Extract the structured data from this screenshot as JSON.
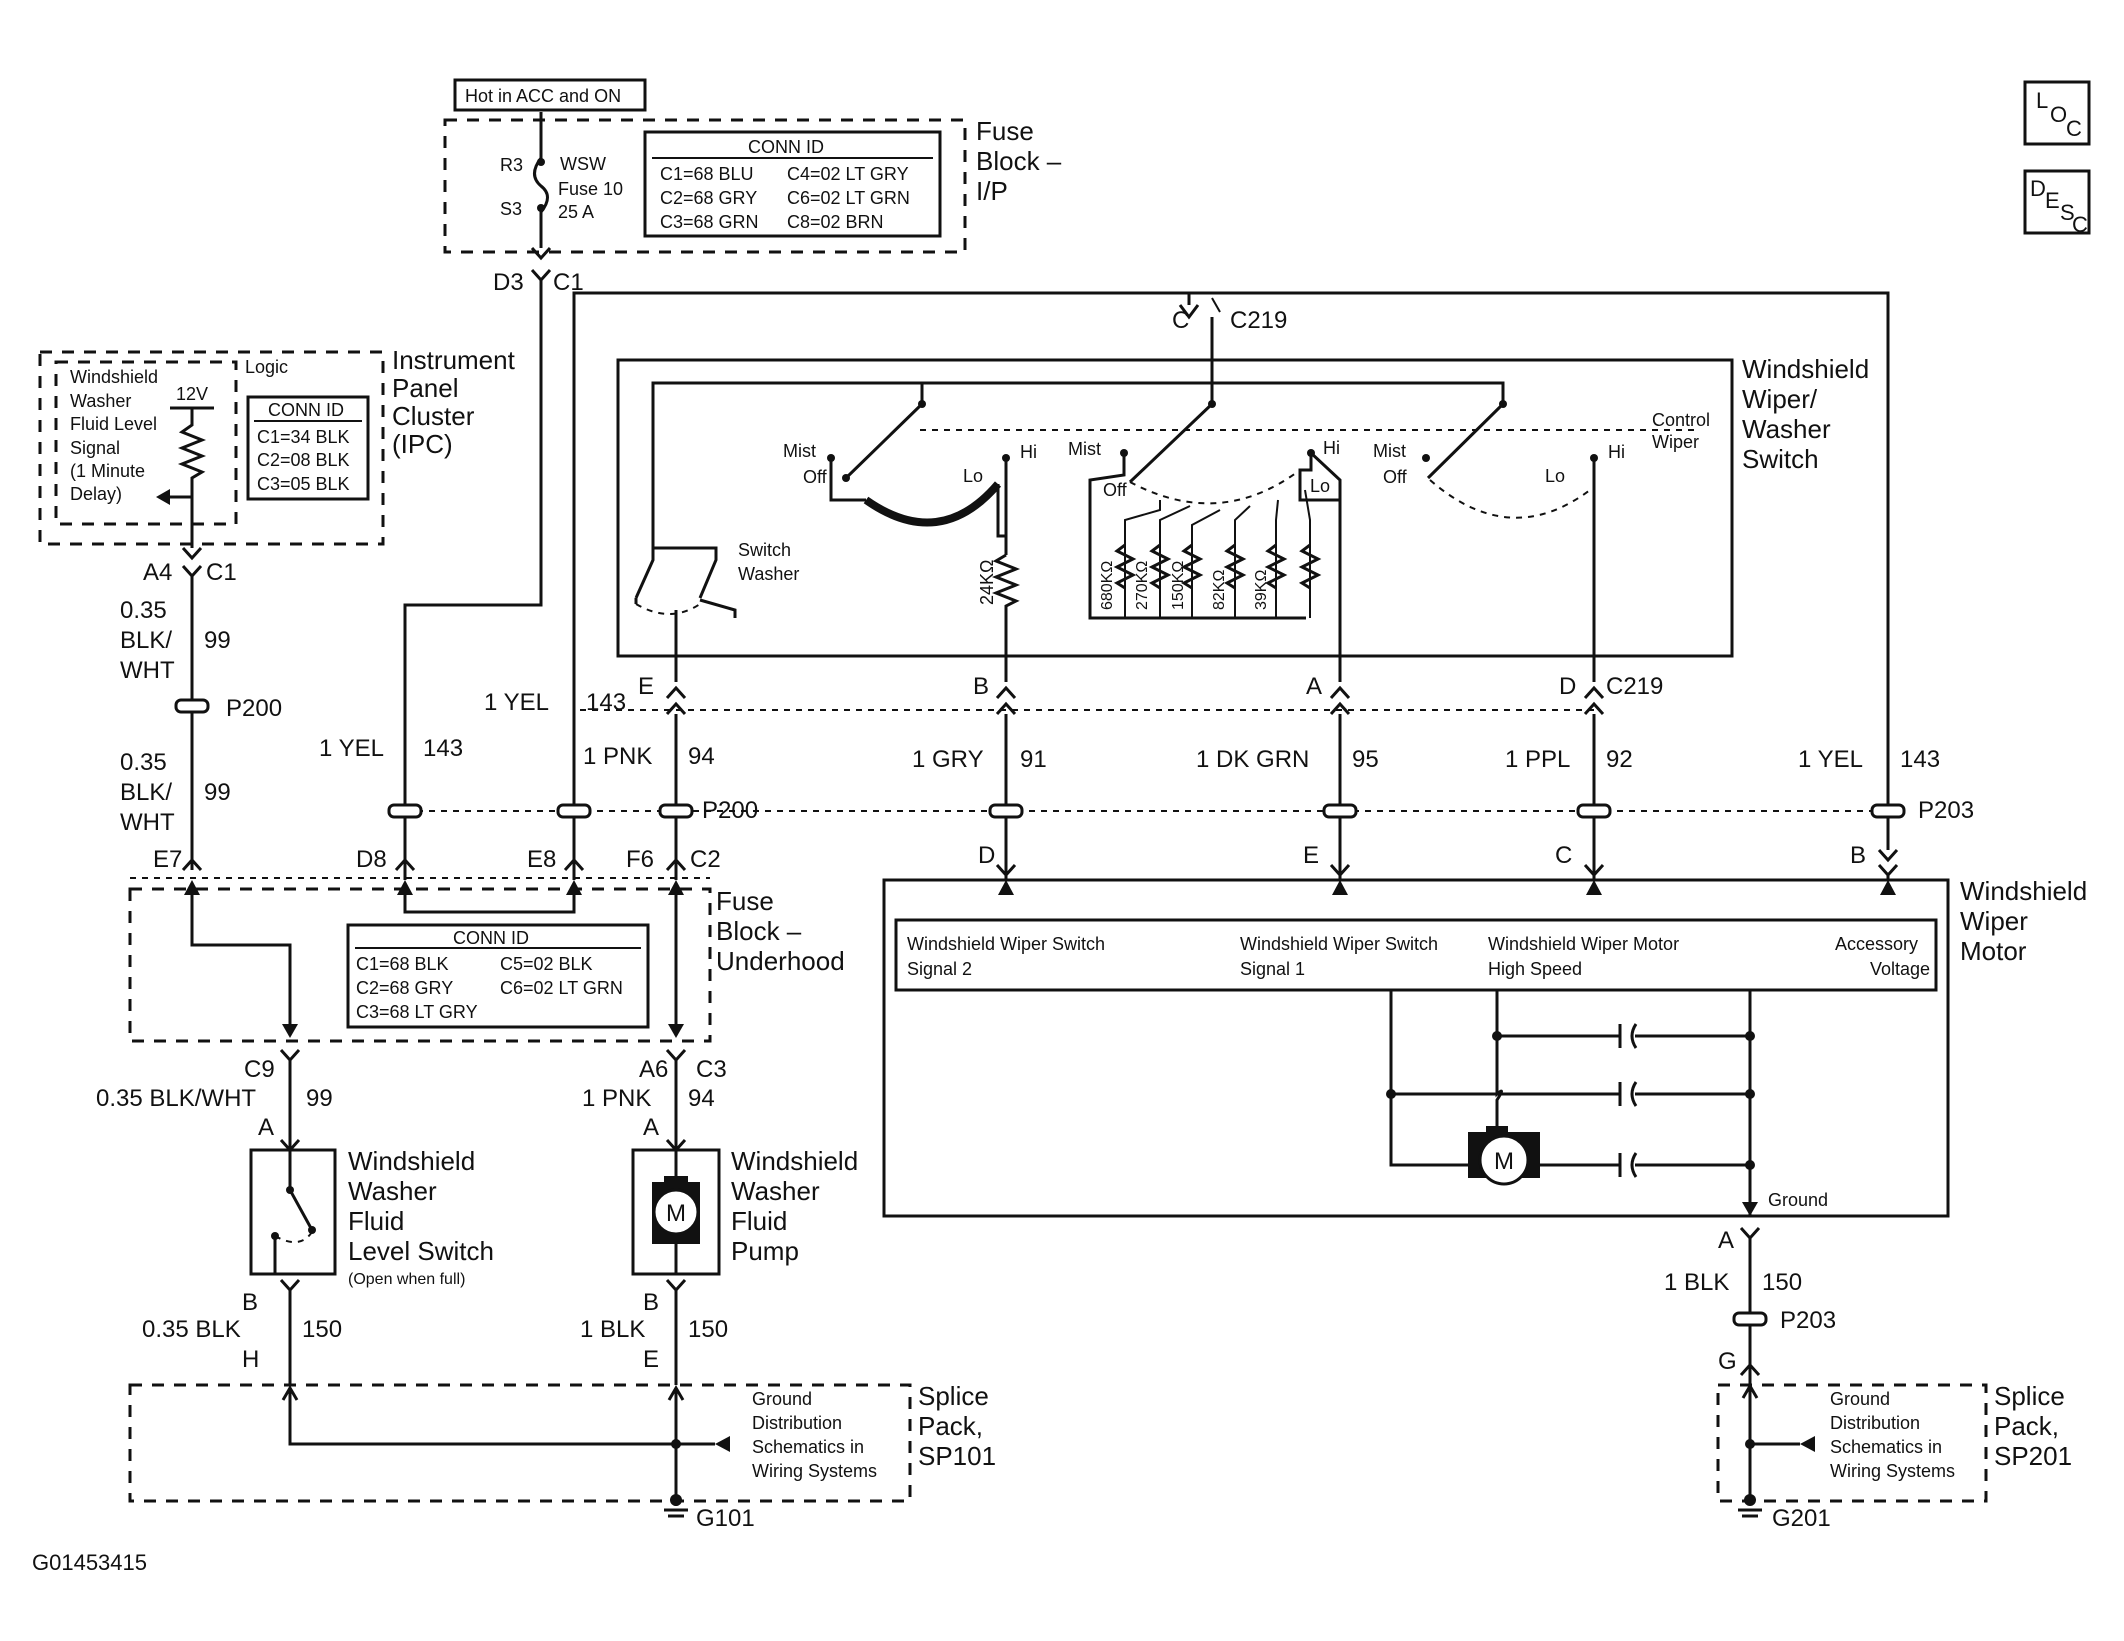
{
  "hot_label": "Hot in ACC and ON",
  "corner": {
    "loc": [
      "L",
      "O",
      "C"
    ],
    "desc": [
      "D",
      "E",
      "S",
      "C"
    ]
  },
  "fuse_ip": {
    "pins": [
      "R3",
      "S3"
    ],
    "fuse": [
      "WSW",
      "Fuse 10",
      "25 A"
    ],
    "name": [
      "Fuse",
      "Block –",
      "I/P"
    ],
    "conn_title": "CONN ID",
    "conn": [
      "C1=68 BLU",
      "C4=02 LT GRY",
      "C2=68 GRY",
      "C6=02 LT GRN",
      "C3=68 GRN",
      "C8=02 BRN"
    ],
    "out": [
      "D3",
      "C1"
    ]
  },
  "ipc": {
    "name": [
      "Instrument",
      "Panel",
      "Cluster",
      "(IPC)"
    ],
    "logic": "Logic",
    "signal": [
      "Windshield",
      "Washer",
      "Fluid Level",
      "Signal",
      "(1 Minute",
      "Delay)"
    ],
    "v": "12V",
    "conn_title": "CONN ID",
    "conn": [
      "C1=34 BLK",
      "C2=08 BLK",
      "C3=05 BLK"
    ],
    "out": [
      "A4",
      "C1"
    ]
  },
  "switch": {
    "name": [
      "Windshield",
      "Wiper/",
      "Washer",
      "Switch"
    ],
    "top": [
      "C",
      "C219"
    ],
    "pos": [
      "Mist",
      "Off",
      "Hi",
      "Lo",
      "Mist",
      "Off",
      "Hi",
      "Lo",
      "Mist",
      "Off",
      "Lo",
      "Hi"
    ],
    "control": [
      "Control",
      "Wiper"
    ],
    "washer": [
      "Switch",
      "Washer"
    ],
    "res": [
      "24KΩ",
      "680KΩ",
      "270KΩ",
      "150KΩ",
      "82KΩ",
      "39KΩ"
    ],
    "pins": [
      "E",
      "B",
      "A",
      "D",
      "C219"
    ]
  },
  "wires": {
    "w99": [
      "0.35",
      "BLK/",
      "WHT",
      "99"
    ],
    "w143": [
      "1 YEL",
      "143"
    ],
    "w94": [
      "1 PNK",
      "94"
    ],
    "w91": [
      "1 GRY",
      "91"
    ],
    "w95": [
      "1 DK GRN",
      "95"
    ],
    "w92": [
      "1 PPL",
      "92"
    ],
    "p200": "P200",
    "p203": "P203"
  },
  "motor": {
    "name": [
      "Windshield",
      "Wiper",
      "Motor"
    ],
    "pins": [
      "D",
      "E",
      "C",
      "B"
    ],
    "labels": [
      [
        "Windshield Wiper Switch",
        "Signal 2"
      ],
      [
        "Windshield Wiper Switch",
        "Signal 1"
      ],
      [
        "Windshield Wiper Motor",
        "High Speed"
      ],
      [
        "Accessory",
        "Voltage"
      ]
    ],
    "m": "M",
    "ground": "Ground",
    "out": [
      "A",
      "1 BLK",
      "150",
      "P203",
      "G"
    ]
  },
  "fuse_uh": {
    "name": [
      "Fuse",
      "Block –",
      "Underhood"
    ],
    "pins": [
      "E7",
      "D8",
      "E8",
      "F6",
      "C2"
    ],
    "conn_title": "CONN ID",
    "conn": [
      "C1=68 BLK",
      "C5=02 BLK",
      "C2=68 GRY",
      "C6=02 LT GRN",
      "C3=68 LT GRY"
    ],
    "out_left": [
      "C9",
      "0.35 BLK/WHT",
      "99",
      "A"
    ],
    "out_right": [
      "A6",
      "C3",
      "1 PNK",
      "94",
      "A"
    ]
  },
  "level_switch": {
    "name": [
      "Windshield",
      "Washer",
      "Fluid",
      "Level Switch"
    ],
    "note": "(Open when full)",
    "pin": "B",
    "wire": [
      "0.35 BLK",
      "150"
    ],
    "end": "H"
  },
  "pump": {
    "name": [
      "Windshield",
      "Washer",
      "Fluid",
      "Pump"
    ],
    "m": "M",
    "pin": "B",
    "wire": [
      "1 BLK",
      "150"
    ],
    "end": "E"
  },
  "splice1": {
    "name": [
      "Splice",
      "Pack,",
      "SP101"
    ],
    "note": [
      "Ground",
      "Distribution",
      "Schematics in",
      "Wiring Systems"
    ],
    "ground": "G101"
  },
  "splice2": {
    "name": [
      "Splice",
      "Pack,",
      "SP201"
    ],
    "note": [
      "Ground",
      "Distribution",
      "Schematics in",
      "Wiring Systems"
    ],
    "ground": "G201"
  },
  "footer": "G01453415"
}
